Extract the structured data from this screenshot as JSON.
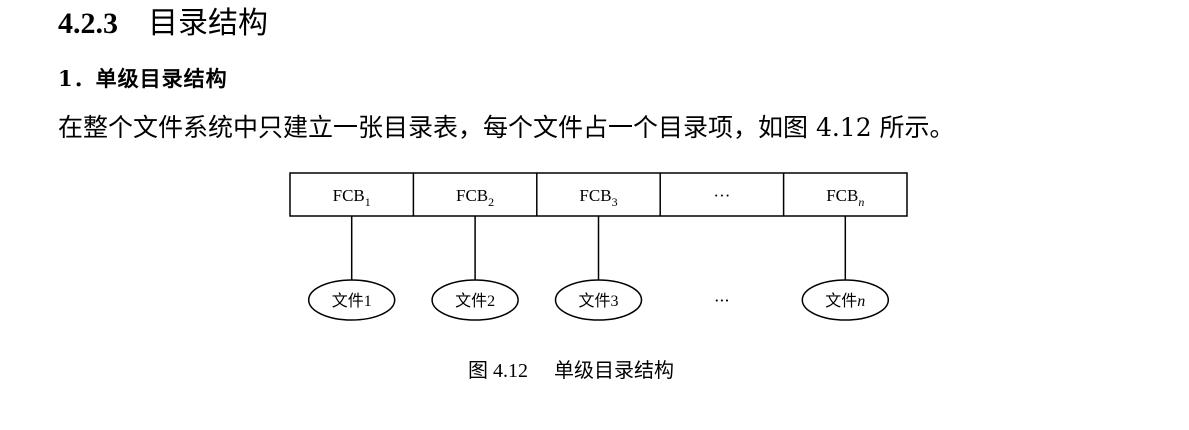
{
  "heading": {
    "number": "4.2.3",
    "title": "目录结构"
  },
  "subheading": "1．单级目录结构",
  "paragraph": "在整个文件系统中只建立一张目录表，每个文件占一个目录项，如图 4.12 所示。",
  "figure": {
    "cells": [
      {
        "base": "FCB",
        "sub": "1"
      },
      {
        "base": "FCB",
        "sub": "2"
      },
      {
        "base": "FCB",
        "sub": "3"
      },
      {
        "base": "···",
        "sub": ""
      },
      {
        "base": "FCB",
        "sub": "n"
      }
    ],
    "files": [
      {
        "base": "文件",
        "suffix": "1"
      },
      {
        "base": "文件",
        "suffix": "2"
      },
      {
        "base": "文件",
        "suffix": "3"
      },
      {
        "base": "···",
        "suffix": ""
      },
      {
        "base": "文件",
        "suffix": "n"
      }
    ],
    "caption_number": "图 4.12",
    "caption_title": "单级目录结构"
  }
}
